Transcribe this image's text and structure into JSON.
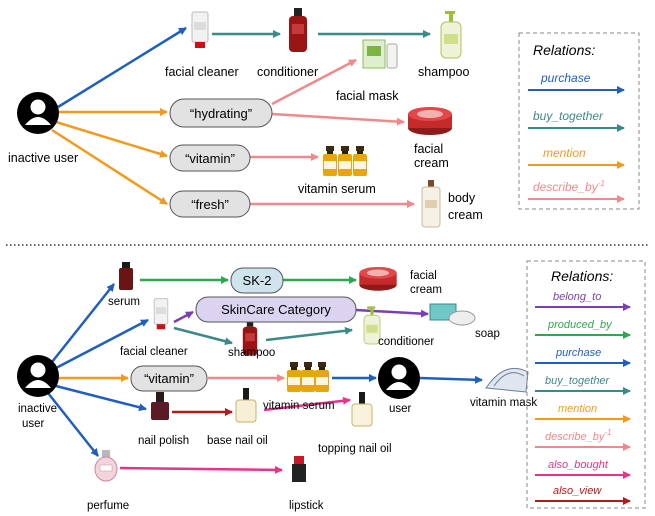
{
  "colors": {
    "purchase": "#1f5fbf",
    "buy_together": "#3b8a8a",
    "mention": "#f39a1d",
    "describe_by": "#f08a8a",
    "belong_to": "#7a3fb0",
    "produced_by": "#2ea84a",
    "also_bought": "#e8338a",
    "also_view": "#b01b1b"
  },
  "top": {
    "user_label": "inactive user",
    "nodes": {
      "facial_cleaner": "facial cleaner",
      "conditioner": "conditioner",
      "shampoo": "shampoo",
      "facial_mask": "facial mask",
      "facial_cream_1": "facial",
      "facial_cream_2": "cream",
      "vitamin_serum": "vitamin serum",
      "body_cream_1": "body",
      "body_cream_2": "cream"
    },
    "pills": {
      "hydrating": "“hydrating”",
      "vitamin": "“vitamin”",
      "fresh": "“fresh”"
    },
    "legend": {
      "title": "Relations:",
      "items": [
        "purchase",
        "buy_together",
        "mention",
        "describe_by"
      ],
      "superscript": "-1"
    }
  },
  "bottom": {
    "user_label_1": "inactive",
    "user_label_2": "user",
    "nodes": {
      "serum": "serum",
      "facial_cream_1": "facial",
      "facial_cream_2": "cream",
      "facial_cleaner": "facial cleaner",
      "shampoo": "shampoo",
      "conditioner": "conditioner",
      "soap": "soap",
      "vitamin_serum": "vitamin serum",
      "user": "user",
      "vitamin_mask": "vitamin mask",
      "nail_polish": "nail polish",
      "base_nail_oil": "base nail oil",
      "topping_nail_oil": "topping nail oil",
      "perfume": "perfume",
      "lipstick": "lipstick"
    },
    "pills": {
      "sk2": "SK-2",
      "skincare": "SkinCare Category",
      "vitamin": "“vitamin”"
    },
    "legend": {
      "title": "Relations:",
      "items": [
        "belong_to",
        "produced_by",
        "purchase",
        "buy_together",
        "mention",
        "describe_by",
        "also_bought",
        "also_view"
      ],
      "superscript": "-1"
    }
  }
}
